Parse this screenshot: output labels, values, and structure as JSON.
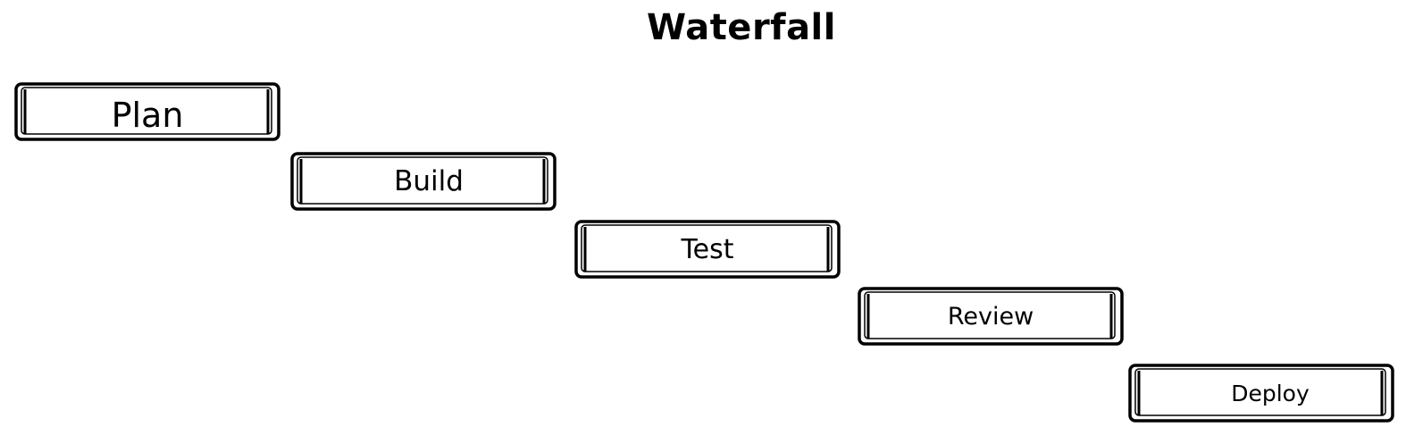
{
  "diagram": {
    "title": "Waterfall",
    "steps": [
      {
        "label": "Plan"
      },
      {
        "label": "Build"
      },
      {
        "label": "Test"
      },
      {
        "label": "Review"
      },
      {
        "label": "Deploy"
      }
    ]
  },
  "colors": {
    "ink": "#000000",
    "background": "#ffffff"
  }
}
